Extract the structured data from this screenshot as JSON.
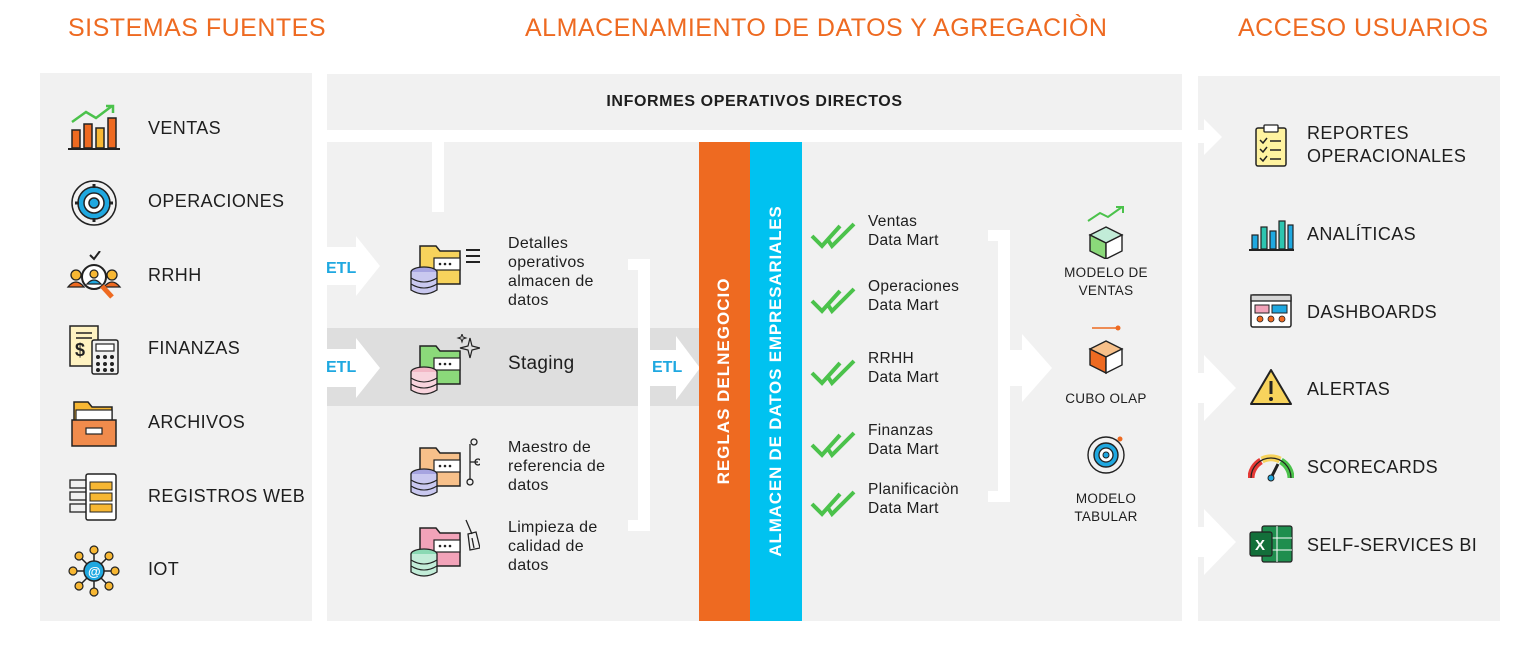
{
  "headers": {
    "sources": "SISTEMAS FUENTES",
    "storage": "ALMACENAMIENTO DE DATOS Y AGREGACIÒN",
    "access": "ACCESO USUARIOS"
  },
  "colors": {
    "orange": "#ee6a21",
    "cyan": "#00c2f0",
    "panel": "#f1f1f1",
    "green_check": "#4bc24b"
  },
  "direct_reports": "INFORMES OPERATIVOS DIRECTOS",
  "etl_label": "ETL",
  "sources": [
    {
      "label": "VENTAS",
      "icon": "bar-chart-growth-icon"
    },
    {
      "label": "OPERACIONES",
      "icon": "gear-icon"
    },
    {
      "label": "RRHH",
      "icon": "hr-search-icon"
    },
    {
      "label": "FINANZAS",
      "icon": "calculator-invoice-icon"
    },
    {
      "label": "ARCHIVOS",
      "icon": "archive-box-icon"
    },
    {
      "label": "REGISTROS WEB",
      "icon": "server-log-icon"
    },
    {
      "label": "IOT",
      "icon": "iot-network-icon"
    }
  ],
  "storage_items": [
    {
      "label": "Detalles operativos almacen de datos",
      "icon": "folder-database-list-icon"
    },
    {
      "label": "Staging",
      "icon": "folder-database-sparkle-icon"
    },
    {
      "label": "Maestro de referencia de datos",
      "icon": "folder-database-tree-icon"
    },
    {
      "label": "Limpieza de calidad de datos",
      "icon": "folder-database-broom-icon"
    }
  ],
  "bars": {
    "business_rules": "REGLAS DELNEGOCIO",
    "enterprise_warehouse": "ALMACEN DE DATOS EMPRESARIALES"
  },
  "data_marts": [
    {
      "line1": "Ventas",
      "line2": "Data Mart"
    },
    {
      "line1": "Operaciones",
      "line2": "Data Mart"
    },
    {
      "line1": "RRHH",
      "line2": "Data Mart"
    },
    {
      "line1": "Finanzas",
      "line2": "Data Mart"
    },
    {
      "line1": "Planificaciòn",
      "line2": "Data Mart"
    }
  ],
  "models": [
    {
      "line1": "MODELO DE",
      "line2": "VENTAS",
      "icon": "cube-growth-icon"
    },
    {
      "line1": "CUBO OLAP",
      "line2": "",
      "icon": "olap-cube-icon"
    },
    {
      "line1": "MODELO",
      "line2": "TABULAR",
      "icon": "gear-model-icon"
    }
  ],
  "user_access": [
    {
      "line1": "REPORTES",
      "line2": "OPERACIONALES",
      "icon": "clipboard-checklist-icon"
    },
    {
      "line1": "ANALÍTICAS",
      "line2": "",
      "icon": "analytics-bars-icon"
    },
    {
      "line1": "DASHBOARDS",
      "line2": "",
      "icon": "dashboard-window-icon"
    },
    {
      "line1": "ALERTAS",
      "line2": "",
      "icon": "alert-triangle-icon"
    },
    {
      "line1": "SCORECARDS",
      "line2": "",
      "icon": "gauge-icon"
    },
    {
      "line1": "SELF-SERVICES BI",
      "line2": "",
      "icon": "excel-icon"
    }
  ]
}
